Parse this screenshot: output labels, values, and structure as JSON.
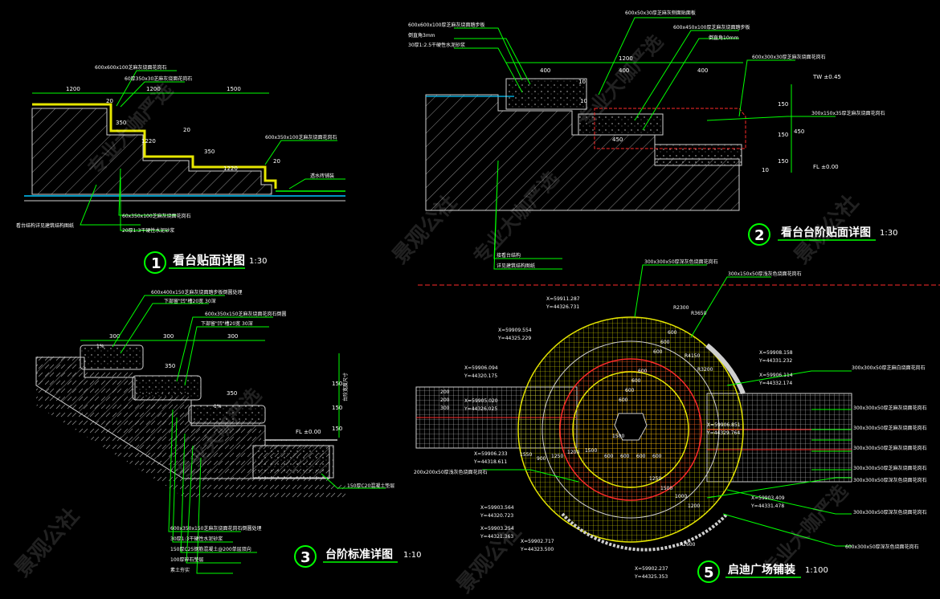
{
  "colors": {
    "background": "#000000",
    "leader": "#00ff00",
    "dim": "#00ff00",
    "text": "#ffffff",
    "hatch": "#9a9a9a",
    "water": "#00c8ff",
    "paving_yellow": "#e6e600",
    "paving_red": "#ff2a2a",
    "paving_white": "#cfcfcf"
  },
  "drawings": [
    {
      "num": "1",
      "title": "看台贴面详图",
      "scale": "1:30"
    },
    {
      "num": "2",
      "title": "看台台阶贴面详图",
      "scale": "1:30"
    },
    {
      "num": "3",
      "title": "台阶标准详图",
      "scale": "1:10"
    },
    {
      "num": "5",
      "title": "启迪广场铺装",
      "scale": "1:100"
    }
  ],
  "d1": {
    "notes": [
      "600x600x100芝麻灰烧面花岗石",
      "60厚350x30芝麻灰烧面花岗石",
      "600x350x100芝麻灰烧面花岗石",
      "透水砖铺装",
      "看台结构详见建筑结构图纸",
      "60x350x100芝麻灰烧面花岗石",
      "20厚1:3干硬性水泥砂浆"
    ],
    "dims": [
      "1200",
      "20",
      "1200",
      "1500",
      "350",
      "20",
      "1220",
      "350",
      "1220",
      "20"
    ]
  },
  "d2": {
    "notes": [
      "600x600x100厚芝麻灰烧面踏步板",
      "倒直角3mm",
      "30厚1:2.5干硬性水泥砂浆",
      "600x50x30厚芝麻灰侧面贴面板",
      "600x450x100厚芝麻灰烧面踏步板",
      "倒直角10mm",
      "600x300x30厚芝麻灰烧面花岗石",
      "300x150x35厚芝麻灰烧面花岗石",
      "接看台结构",
      "详见建筑结构图纸"
    ],
    "dims": [
      "1200",
      "400",
      "400",
      "400",
      "10",
      "10",
      "450",
      "150",
      "150",
      "450",
      "150",
      "10"
    ],
    "levels": [
      "TW ±0.45",
      "FL ±0.00"
    ]
  },
  "d3": {
    "notes": [
      "600x400x150芝麻灰烧面踏步板倒圆处理",
      "下部留\"凹\"槽20宽 30深",
      "600x350x150芝麻灰烧面花岗石倒圆",
      "下部留\"凹\"槽20宽 30深",
      "台阶宽度尺寸",
      "150厚C20混凝土垫层",
      "600x350x150芝麻灰烧面花岗石倒圆处理",
      "30厚1:3干硬性水泥砂浆",
      "150厚C25钢筋混凝土@200单层双向",
      "100厚碎石垫层",
      "素土夯实"
    ],
    "dims": [
      "300",
      "300",
      "300",
      "1%",
      "350",
      "350",
      "1%",
      "150",
      "150",
      "150"
    ],
    "levels": [
      "FL ±0.00"
    ]
  },
  "d5": {
    "notes": [
      "300x300x50厚深灰色烧面花岗石",
      "300x150x50厚浅灰色烧面花岗石",
      "300x300x50厚芝麻白烧面花岗石",
      "300x300x50厚芝麻灰烧面花岗石",
      "300x300x50厚芝麻灰烧面花岗石",
      "300x300x50厚芝麻灰烧面花岗石",
      "300x300x50厚芝麻灰烧面花岗石",
      "300x300x50厚深灰色烧面花岗石",
      "600x300x50厚深灰色烧面花岗石",
      "300x300x50厚深灰色烧面花岗石",
      "200x200x50厚浅灰色烧面花岗石"
    ],
    "coords": [
      "X=59911.287",
      "Y=44326.731",
      "X=59909.554",
      "Y=44325.229",
      "X=59908.158",
      "Y=44331.232",
      "X=59906.114",
      "Y=44332.174",
      "X=59906.094",
      "Y=44320.175",
      "X=59905.020",
      "Y=44326.025",
      "X=59906.851",
      "Y=44329.764",
      "X=59906.233",
      "Y=44318.611",
      "X=59903.564",
      "Y=44320.723",
      "X=59902.717",
      "Y=44323.500",
      "X=59903.409",
      "Y=44331.478",
      "X=59903.254",
      "Y=44321.363",
      "X=59902.237",
      "Y=44325.353"
    ],
    "radii": [
      "R2300",
      "R3650",
      "R4150",
      "R3200",
      "R2600"
    ],
    "dims": [
      "1500",
      "600",
      "600",
      "600",
      "600",
      "600",
      "600",
      "600",
      "200",
      "200",
      "300",
      "1200",
      "1250",
      "900",
      "1550",
      "1500",
      "600",
      "600",
      "600",
      "600",
      "1250",
      "1500",
      "1000",
      "1200"
    ]
  },
  "watermark": [
    "景观公社",
    "专业大咖严选"
  ]
}
